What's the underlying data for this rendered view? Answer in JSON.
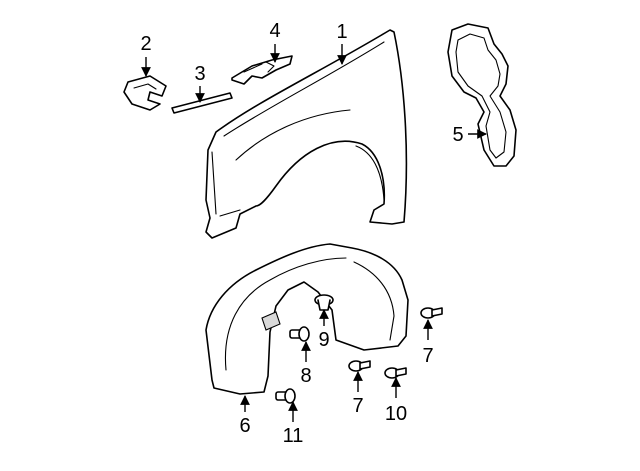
{
  "callouts": [
    {
      "id": "1",
      "text": "1"
    },
    {
      "id": "2",
      "text": "2"
    },
    {
      "id": "3",
      "text": "3"
    },
    {
      "id": "4",
      "text": "4"
    },
    {
      "id": "5",
      "text": "5"
    },
    {
      "id": "6",
      "text": "6"
    },
    {
      "id": "7a",
      "text": "7"
    },
    {
      "id": "7b",
      "text": "7"
    },
    {
      "id": "8",
      "text": "8"
    },
    {
      "id": "9",
      "text": "9"
    },
    {
      "id": "10",
      "text": "10"
    },
    {
      "id": "11",
      "text": "11"
    }
  ]
}
